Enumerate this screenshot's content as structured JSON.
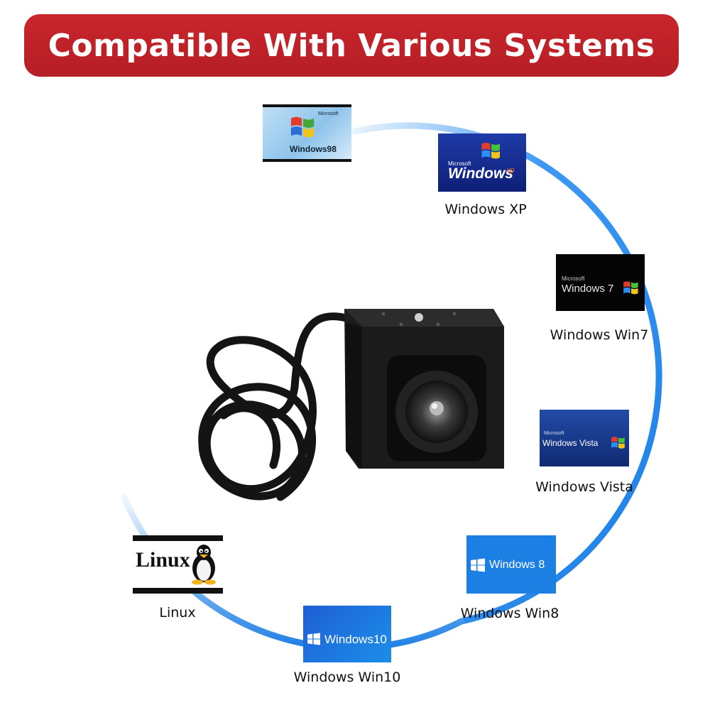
{
  "banner": {
    "title": "Compatible With Various Systems"
  },
  "systems": [
    {
      "id": "win98",
      "caption": "",
      "logo_text": "Windows98",
      "logo_small": "Microsoft"
    },
    {
      "id": "winxp",
      "caption": "Windows XP",
      "logo_text": "Windows",
      "logo_small": "Microsoft",
      "logo_suffix": "xp"
    },
    {
      "id": "win7",
      "caption": "Windows Win7",
      "logo_text": "Windows 7",
      "logo_small": "Microsoft"
    },
    {
      "id": "winvista",
      "caption": "Windows Vista",
      "logo_text": "Windows Vista",
      "logo_small": "Microsoft"
    },
    {
      "id": "win8",
      "caption": "Windows Win8",
      "logo_text": "Windows 8"
    },
    {
      "id": "win10",
      "caption": "Windows Win10",
      "logo_text": "Windows10"
    },
    {
      "id": "linux",
      "caption": "Linux",
      "logo_text": "Linux"
    }
  ],
  "colors": {
    "banner": "#c01f26",
    "ring": "#2b8ff0",
    "ring_light": "#cfe6fb"
  },
  "icons": [
    "windows-flag-icon",
    "tux-penguin-icon",
    "usb-camera-icon"
  ]
}
